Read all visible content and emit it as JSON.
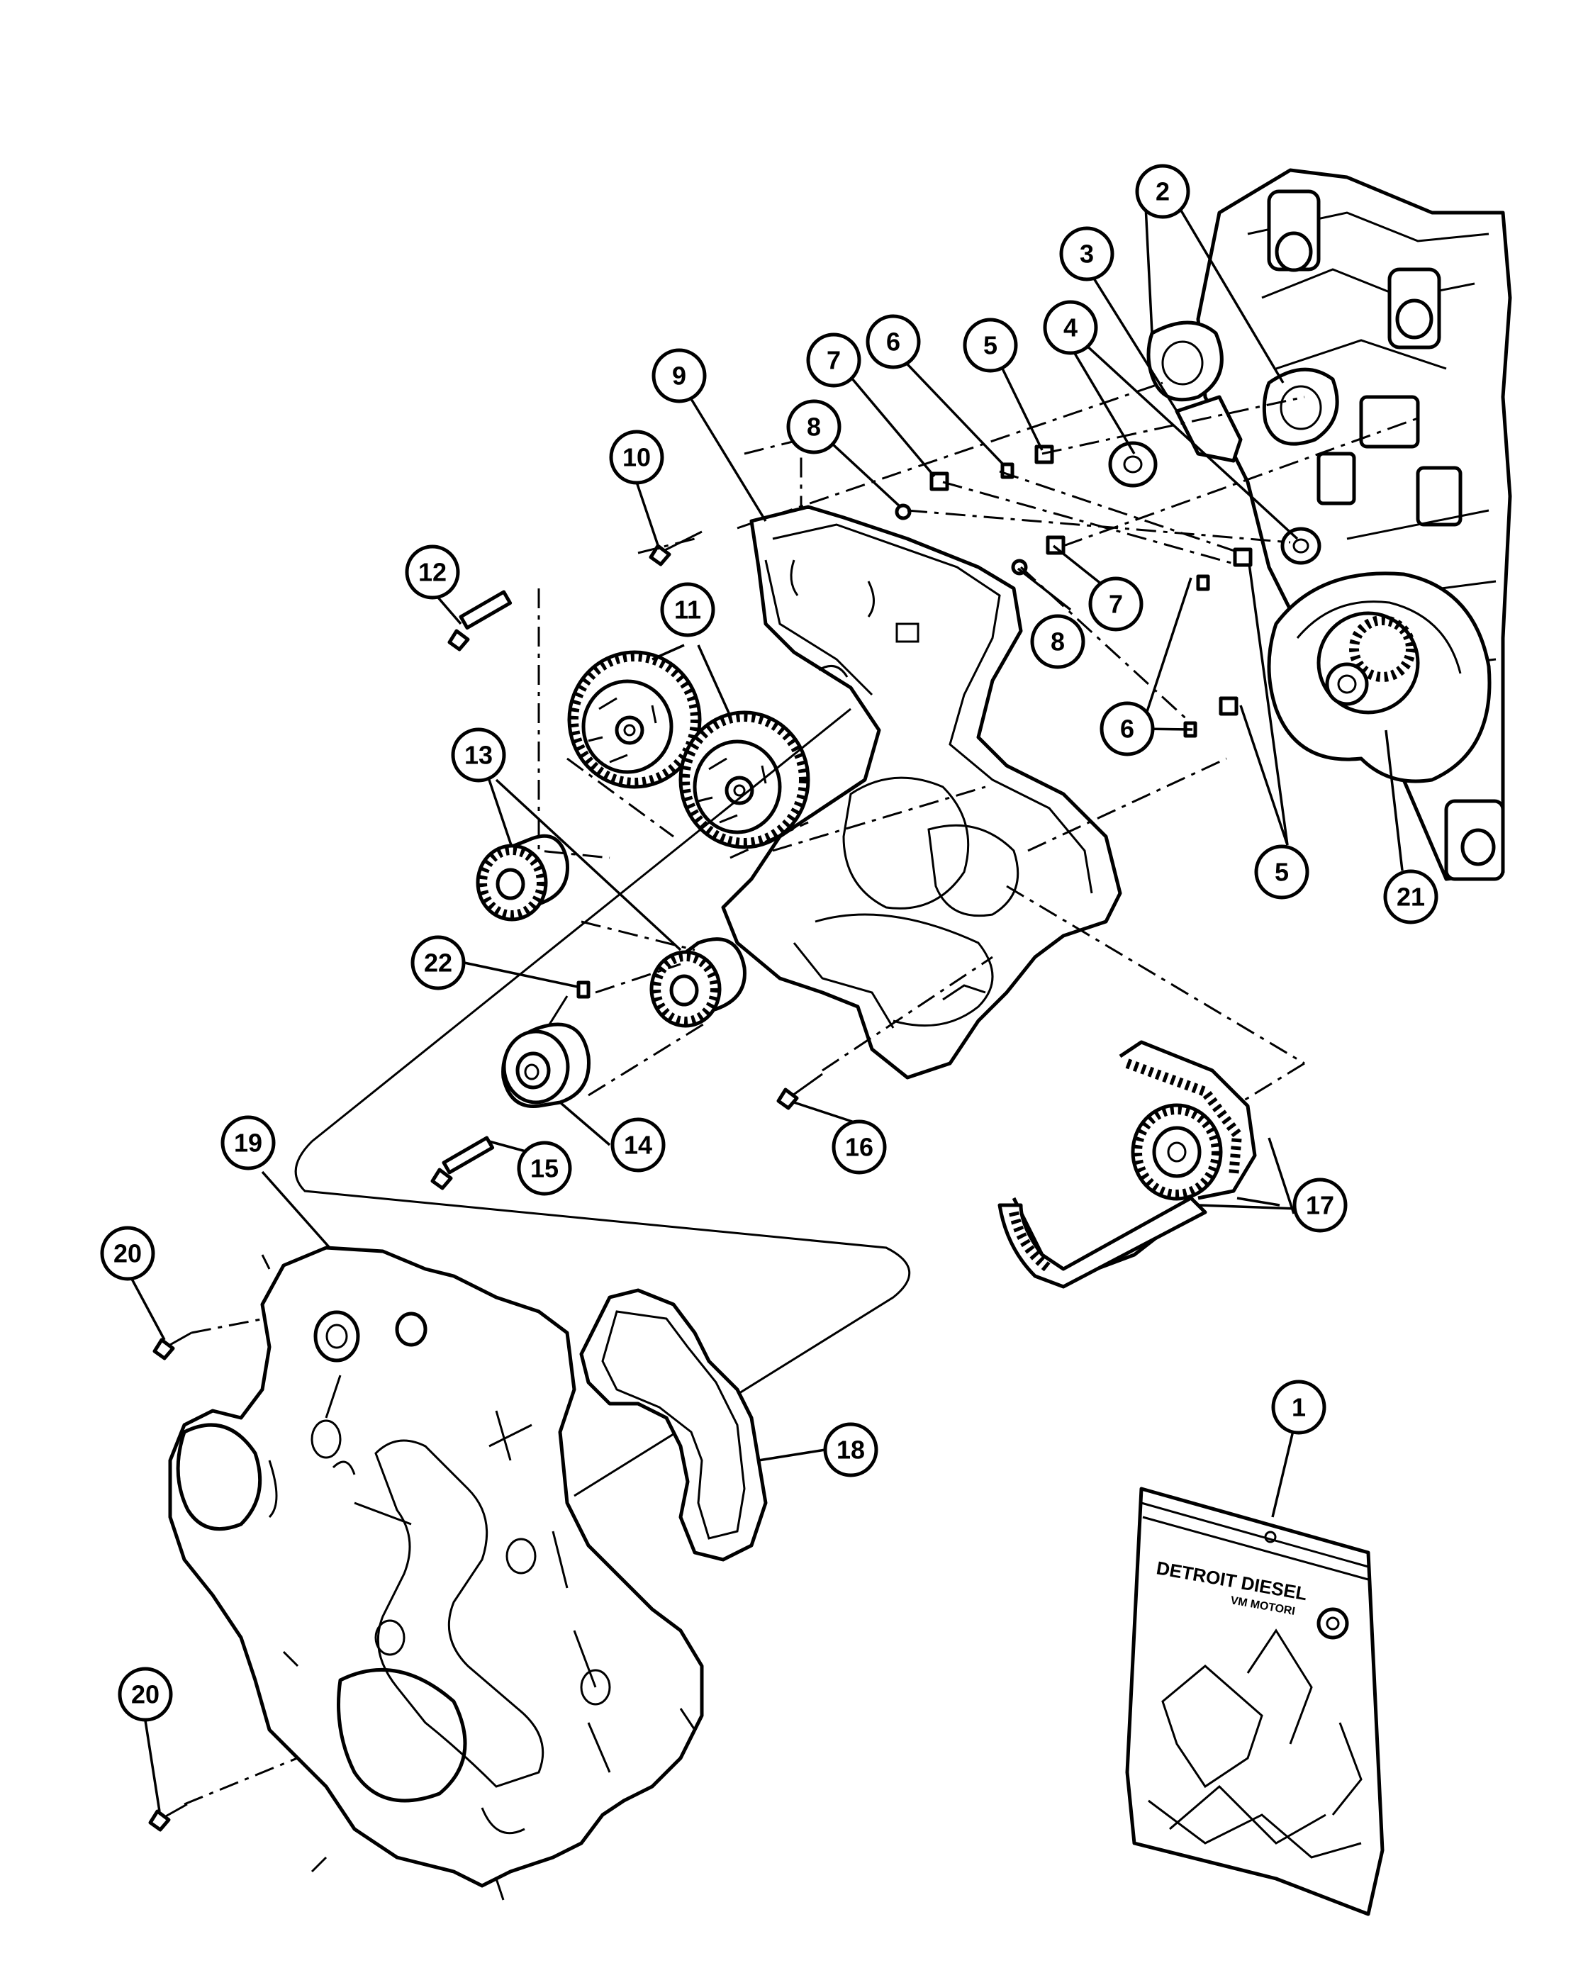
{
  "diagram": {
    "callouts": [
      "1",
      "2",
      "3",
      "4",
      "5",
      "6",
      "7",
      "8",
      "9",
      "10",
      "11",
      "12",
      "13",
      "14",
      "15",
      "16",
      "17",
      "18",
      "19",
      "20",
      "21",
      "22"
    ]
  },
  "bag_label": {
    "line1": "DETROIT DIESEL",
    "line2": "VM MOTORI"
  }
}
